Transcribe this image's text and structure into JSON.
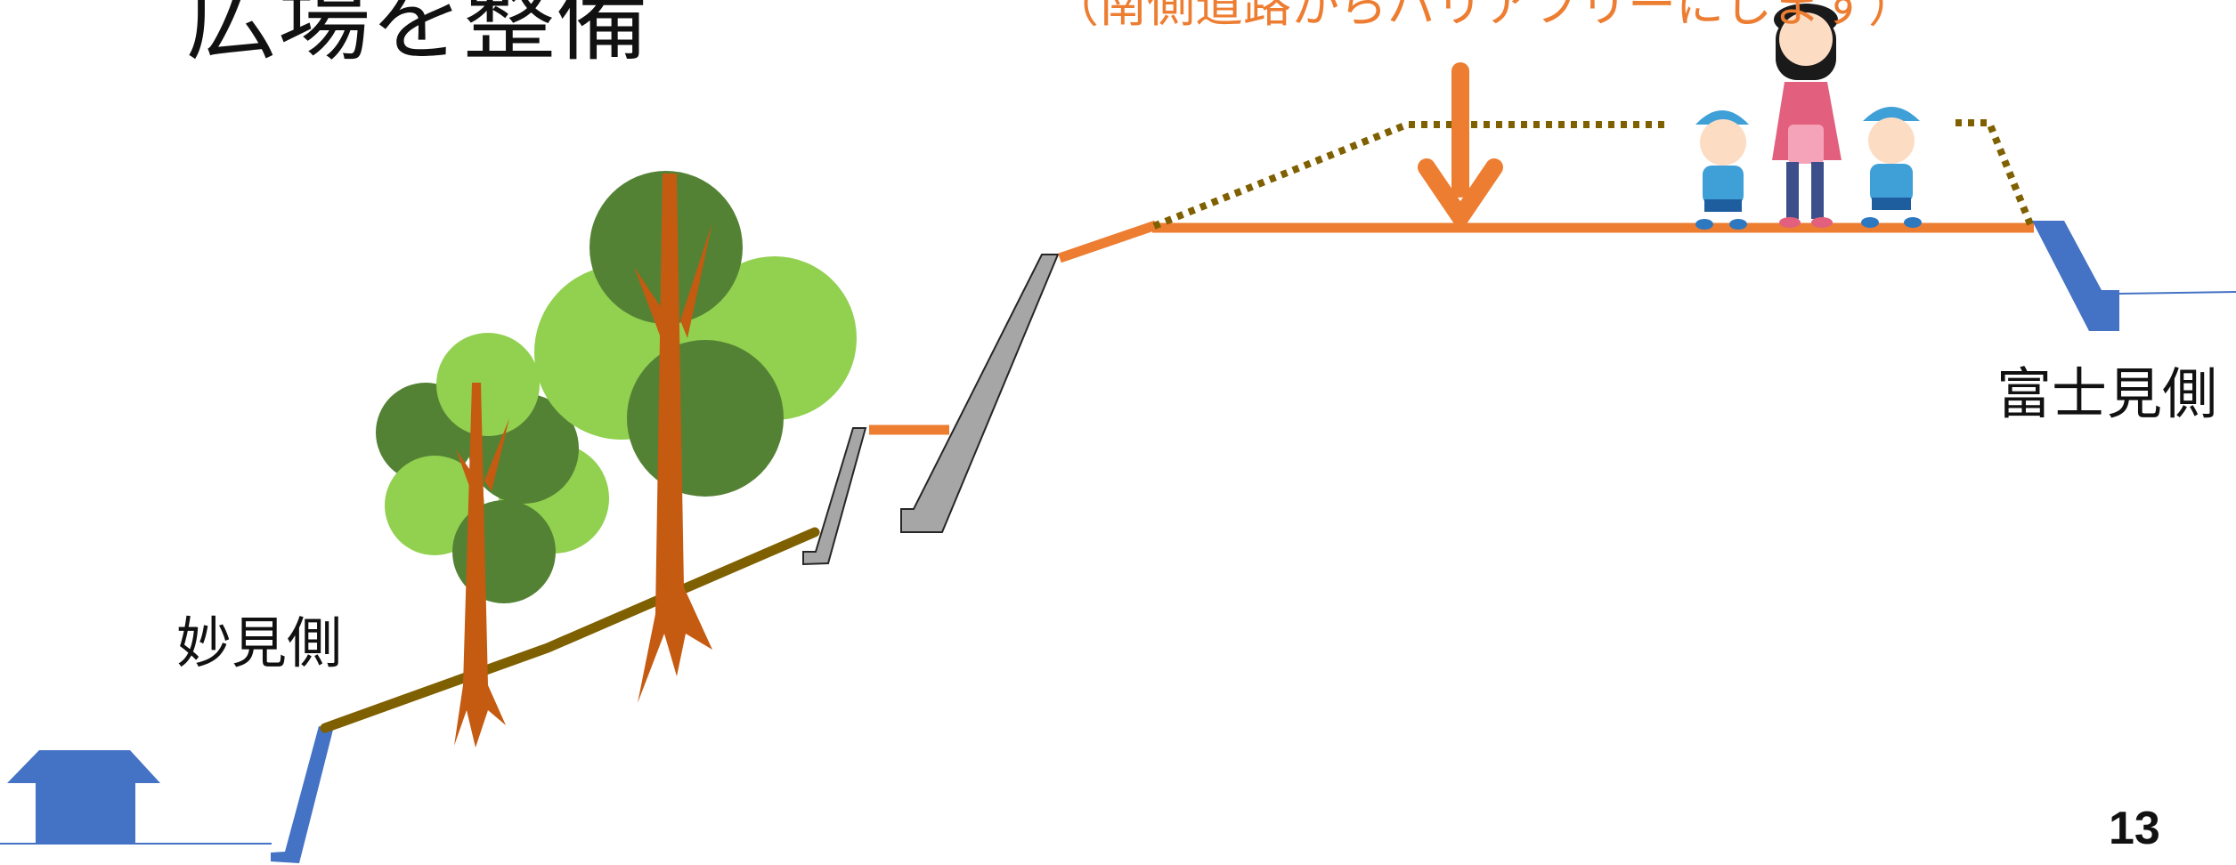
{
  "slide": {
    "title": "広場を整備",
    "subtitle": "（南側道路からバリアフリーにします）",
    "page_number": "13"
  },
  "labels": {
    "left_side": "妙見側",
    "right_side": "富士見側"
  },
  "colors": {
    "accent_orange": "#ED7D31",
    "ground_brown": "#7F6000",
    "water_blue": "#4472C4",
    "wall_gray": "#A6A6A6",
    "tree_dark_green": "#548235",
    "tree_light_green": "#92D050",
    "trunk_brown": "#C55A11"
  },
  "illustrations": {
    "trees": "trees-illustration",
    "people": "teacher-and-children-illustration",
    "house": "house-icon"
  }
}
